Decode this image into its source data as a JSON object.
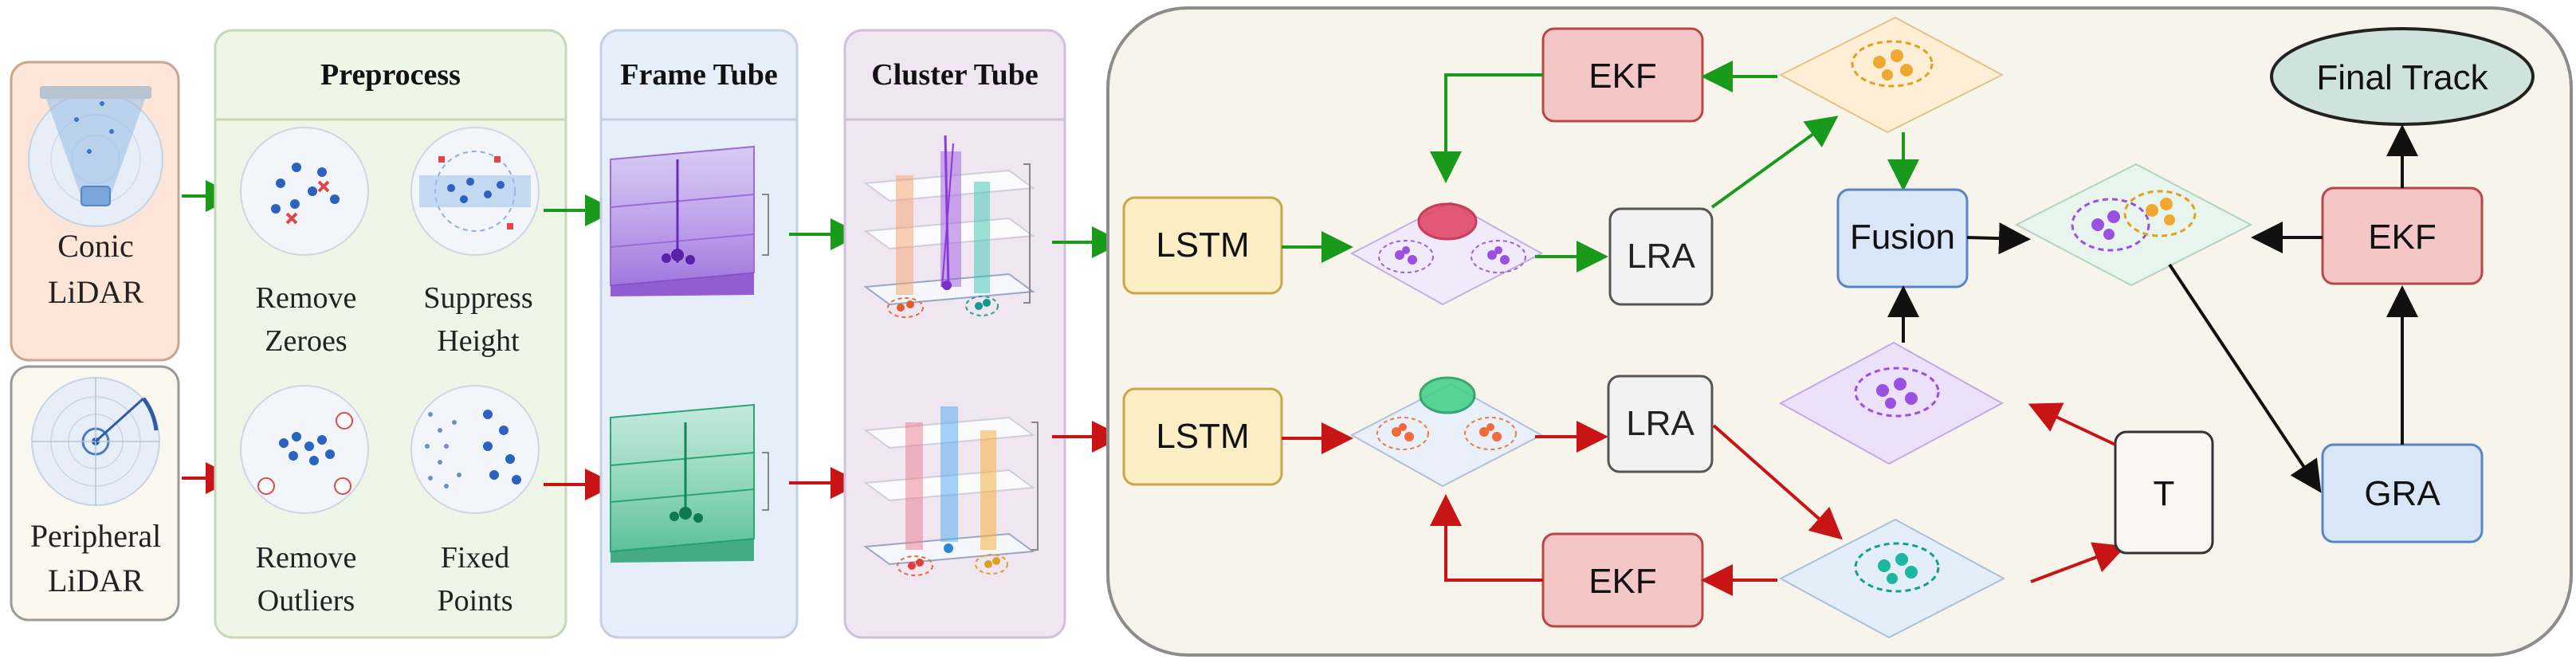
{
  "sensors": {
    "conic": "Conic LiDAR",
    "conic_lines": [
      "Conic",
      "LiDAR"
    ],
    "peripheral_lines": [
      "Peripheral",
      "LiDAR"
    ]
  },
  "preprocess": {
    "title": "Preprocess",
    "steps": [
      {
        "lines": [
          "Remove",
          "Zeroes"
        ]
      },
      {
        "lines": [
          "Suppress",
          "Height"
        ]
      },
      {
        "lines": [
          "Remove",
          "Outliers"
        ]
      },
      {
        "lines": [
          "Fixed",
          "Points"
        ]
      }
    ]
  },
  "frame_tube": {
    "title": "Frame Tube"
  },
  "cluster_tube": {
    "title": "Cluster Tube"
  },
  "tracker": {
    "lstm": "LSTM",
    "lra": "LRA",
    "ekf": "EKF",
    "fusion": "Fusion",
    "t": "T",
    "gra": "GRA",
    "final_track": "Final Track"
  },
  "colors": {
    "green_arrow": "#1a9a1a",
    "red_arrow": "#c81414",
    "black_arrow": "#111111",
    "sensor_conic_fill": "#fde6d8",
    "sensor_peripheral_fill": "#faf7ee",
    "preprocess_fill": "#eef6e8",
    "frame_tube_fill": "#e6eef9",
    "cluster_tube_fill": "#efe6f2",
    "tracker_fill": "#f7f4ec",
    "lstm_fill": "#fcefc6",
    "ekf_fill": "#f4c6c6",
    "lra_fill": "#f2f2f2",
    "fusion_fill": "#d8e6f7",
    "t_fill": "#f9f7ef",
    "gra_fill": "#d8e6f7",
    "final_fill": "#cfe3dc"
  }
}
